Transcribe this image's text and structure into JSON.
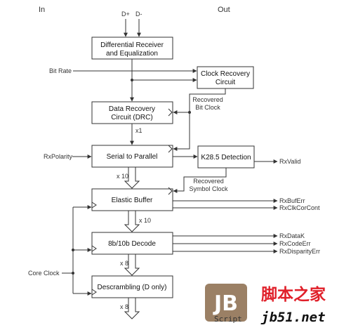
{
  "headers": {
    "in": "In",
    "out": "Out"
  },
  "blocks": {
    "diff_receiver": [
      "Differential Receiver",
      "and Equalization"
    ],
    "clock_recovery": [
      "Clock Recovery",
      "Circuit"
    ],
    "data_recovery": [
      "Data Recovery",
      "Circuit (DRC)"
    ],
    "serial_parallel": "Serial to Parallel",
    "k285": "K28.5 Detection",
    "elastic_buffer": "Elastic Buffer",
    "decode": "8b/10b Decode",
    "descrambling": "Descrambling (D only)"
  },
  "signals": {
    "d_plus": "D+",
    "d_minus": "D-",
    "bit_rate": "Bit Rate",
    "recovered_bit_clock": [
      "Recovered",
      "Bit Clock"
    ],
    "recovered_symbol_clock": [
      "Recovered",
      "Symbol Clock"
    ],
    "rx_polarity": "RxPolarity",
    "core_clock": "Core Clock",
    "rx_valid": "RxValid",
    "rx_buf_err": "RxBufErr",
    "rx_clk_cor_cont": "RxClkCorCont",
    "rx_data_k": "RxDataK",
    "rx_code_err": "RxCodeErr",
    "rx_disparity_err": "RxDisparityErr"
  },
  "bus_widths": {
    "drc_out": "x1",
    "sp_out": "x 10",
    "eb_out": "x 10",
    "dec_out": "x 8",
    "desc_out": "x 8"
  },
  "watermark": {
    "logo_letters": "JB",
    "script": "Script",
    "cn": "脚本之家",
    "url": "jb51.net"
  },
  "colors": {
    "line": "#333333",
    "watermark_red": "#e0202a",
    "logo_brown": "#8a6a4a"
  }
}
